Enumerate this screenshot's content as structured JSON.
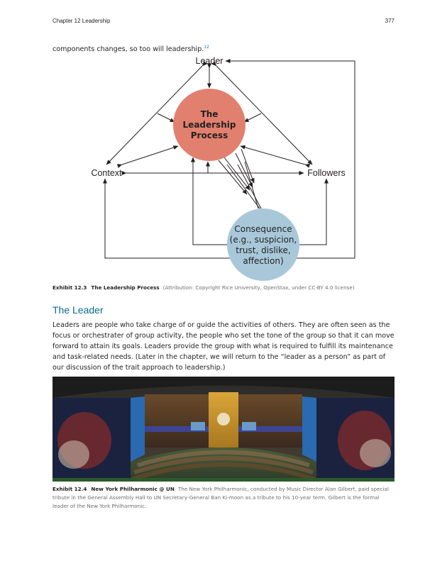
{
  "header": {
    "chapter": "Chapter 12 Leadership",
    "page_number": "377"
  },
  "intro": {
    "text": "components changes, so too will leadership.",
    "footnote": "12"
  },
  "diagram": {
    "nodes": {
      "leader": "Leader",
      "context": "Context",
      "followers": "Followers",
      "process": [
        "The",
        "Leadership",
        "Process"
      ],
      "consequence": [
        "Consequence",
        "(e.g., suspicion,",
        "trust, dislike,",
        "affection)"
      ]
    },
    "colors": {
      "process_fill": "#e2806f",
      "consequence_fill": "#a8c8da",
      "line": "#231f20"
    }
  },
  "exhibit_12_3": {
    "label": "Exhibit 12.3",
    "title": "The Leadership Process",
    "attribution": "(Attribution: Copyright Rice University, OpenStax, under CC-BY 4.0 license)"
  },
  "section": {
    "heading": "The Leader",
    "paragraph": "Leaders are people who take charge of or guide the activities of others. They are often seen as the focus or orchestrater of group activity, the people who set the tone of the group so that it can move forward to attain its goals. Leaders provide the group with what is required to fulfill its maintenance and task-related needs. (Later in the chapter, we will return to the “leader as a person” as part of our discussion of the trait approach to leadership.)"
  },
  "exhibit_12_4": {
    "label": "Exhibit 12.4",
    "title": "New York Philharmonic @ UN",
    "text": "The New York Philharmonic, conducted by Music Director Alan Gilbert, paid special tribute in the General Assembly Hall to UN Secretary-General Ban Ki-moon as a tribute to his 10-year term. Gilbert is the formal leader of the New York Philharmonic."
  }
}
